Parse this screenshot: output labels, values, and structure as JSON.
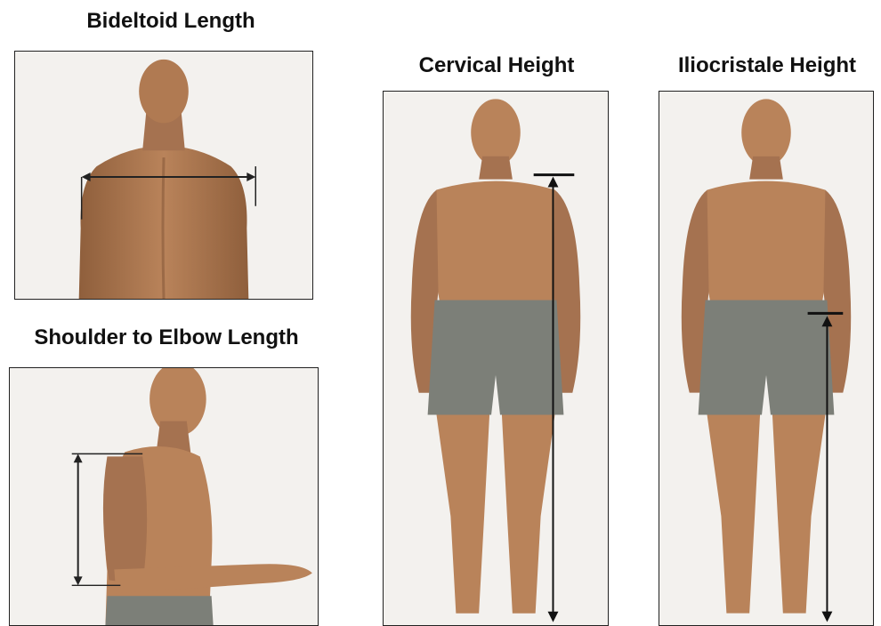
{
  "panels": {
    "bideltoid": {
      "title": "Bideltoid Length"
    },
    "shoulder_elbow": {
      "title": "Shoulder to Elbow Length"
    },
    "cervical": {
      "title": "Cervical Height"
    },
    "iliocristale": {
      "title": "Iliocristale Height"
    }
  },
  "colors": {
    "skin": "#b9835a",
    "skin_shadow": "#8f5f3c",
    "shorts": "#7c7f78",
    "shorts_shadow": "#5f625c",
    "panel_bg": "#f3f1ee",
    "arrow": "#111111"
  }
}
